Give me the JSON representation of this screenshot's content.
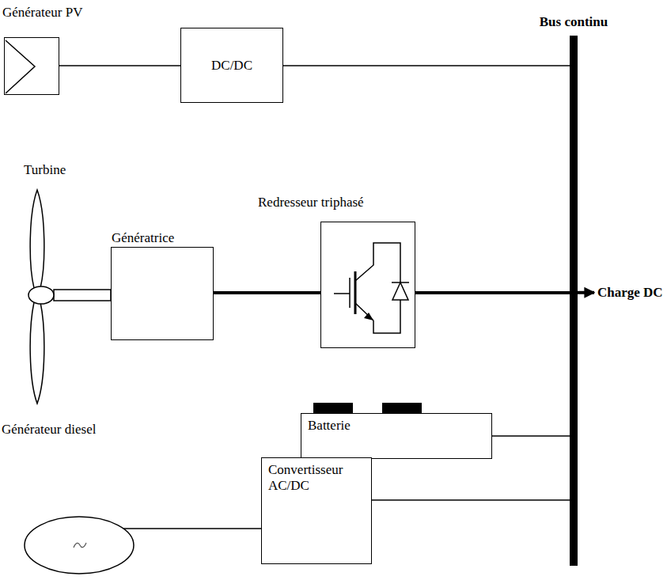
{
  "diagram": {
    "nodes": [
      {
        "text": [
          "Générateur PV"
        ]
      },
      {
        "text": [
          "DC/DC"
        ]
      },
      {
        "text": [
          "Bus continu"
        ]
      },
      {
        "text": [
          "Turbine"
        ]
      },
      {
        "text": [
          "Génératrice"
        ]
      },
      {
        "text": [
          "Redresseur triphasé"
        ]
      },
      {
        "text": [
          "Batterie"
        ]
      },
      {
        "text": [
          "Générateur diesel"
        ]
      },
      {
        "text": [
          "Convertisseur AC/DC"
        ]
      }
    ],
    "edges": [
      {
        "from": 0,
        "to": 1,
        "arrow": "none"
      },
      {
        "from": 1,
        "to": 2,
        "arrow": "none"
      },
      {
        "from": 3,
        "to": 4,
        "arrow": "none"
      },
      {
        "from": 4,
        "to": 5,
        "arrow": "none"
      },
      {
        "from": 5,
        "to": 2,
        "arrow": "none"
      },
      {
        "from": 6,
        "to": 2,
        "arrow": "none"
      },
      {
        "from": 7,
        "to": 8,
        "arrow": "none"
      },
      {
        "from": 8,
        "to": 2,
        "arrow": "none"
      }
    ],
    "labels": [
      "Charge DC"
    ]
  }
}
